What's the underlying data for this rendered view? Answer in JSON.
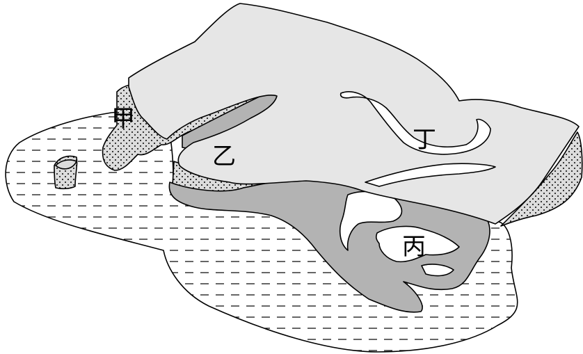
{
  "labels": {
    "jia": "甲",
    "yi": "乙",
    "bing": "丙",
    "ding": "丁"
  },
  "colors": {
    "water_fill": "#ffffff",
    "water_line": "#000000",
    "ice": "#e6e6e6",
    "glacier_tongue": "#b3b3b3",
    "moraine": "#dcdcdc",
    "outline": "#000000"
  }
}
